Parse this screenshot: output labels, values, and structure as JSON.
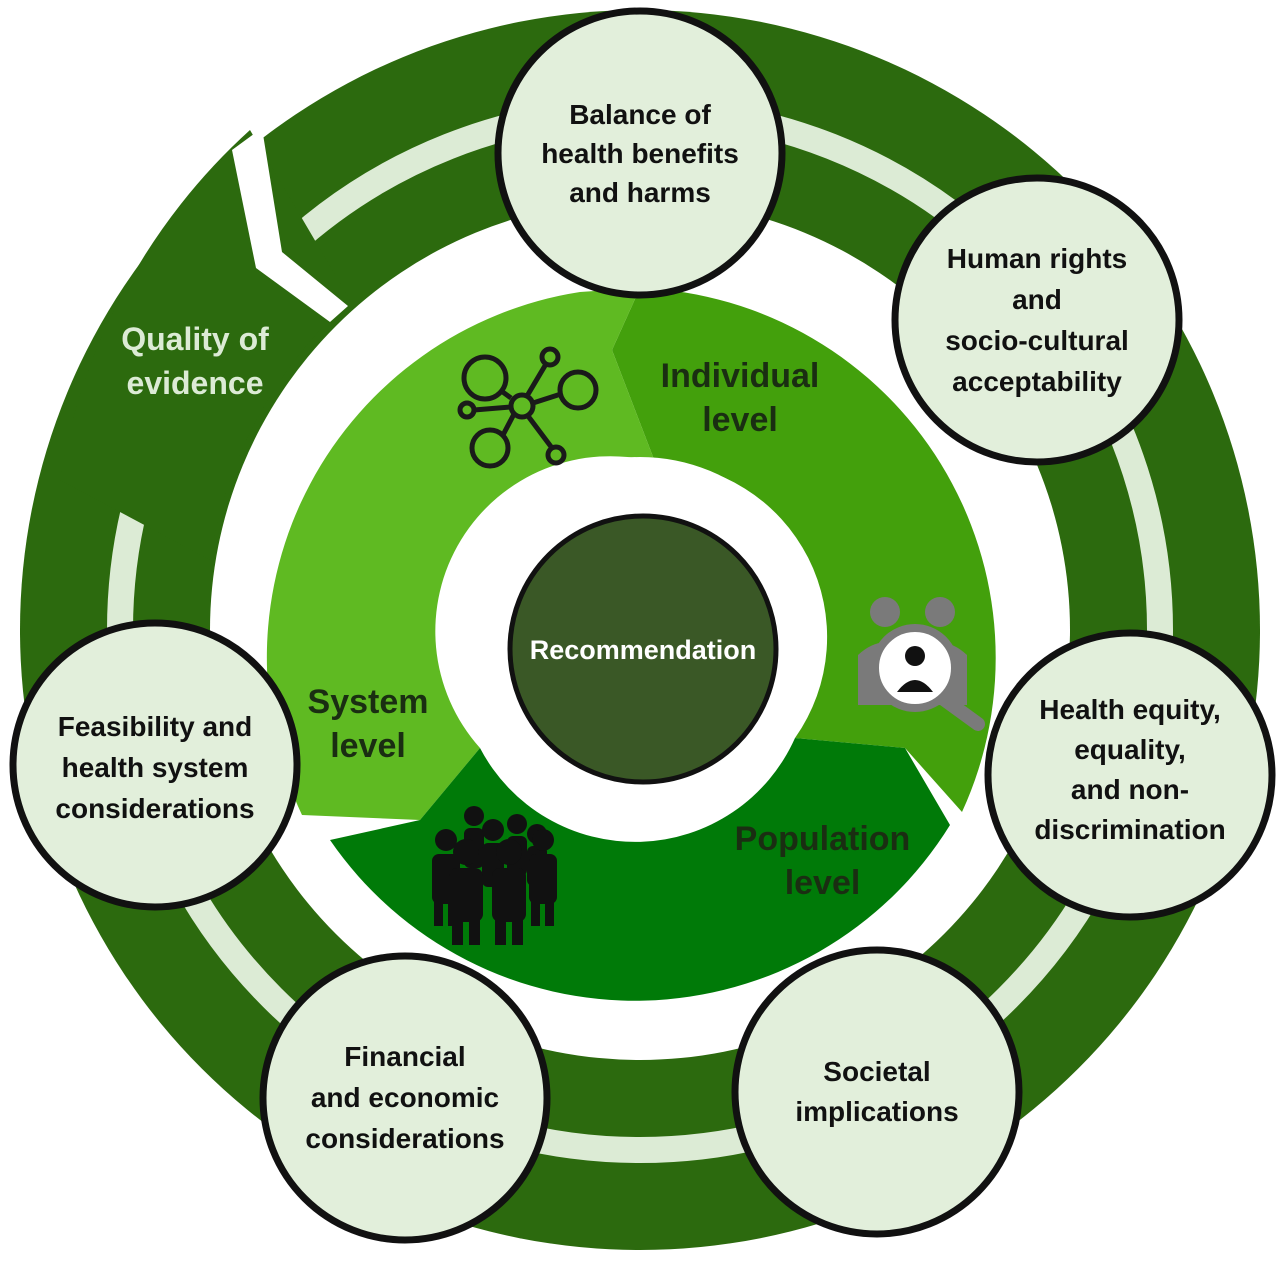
{
  "colors": {
    "outer_ring": "#2c6a0e",
    "outer_ring_stripe": "#dcebd5",
    "individual": "#43a00c",
    "system": "#5fba22",
    "population": "#007a08",
    "center_circle": "#3a5826",
    "factor_fill": "#e2efdb",
    "outline": "#111111"
  },
  "center": {
    "label": "Recommendation"
  },
  "quality_of_evidence": {
    "label": "Quality of\nevidence"
  },
  "levels": {
    "individual": {
      "label": "Individual\nlevel",
      "icon": "person-search-icon"
    },
    "system": {
      "label": "System\nlevel",
      "icon": "network-nodes-icon"
    },
    "population": {
      "label": "Population\nlevel",
      "icon": "crowd-icon"
    }
  },
  "factors": {
    "balance": "Balance of\nhealth benefits\nand harms",
    "human_rights": "Human rights\nand\nsocio-cultural\nacceptability",
    "health_equity": "Health equity,\nequality,\nand non-\ndiscrimination",
    "societal": "Societal\nimplications",
    "financial": "Financial\nand economic\nconsiderations",
    "feasibility": "Feasibility and\nhealth system\nconsiderations"
  }
}
